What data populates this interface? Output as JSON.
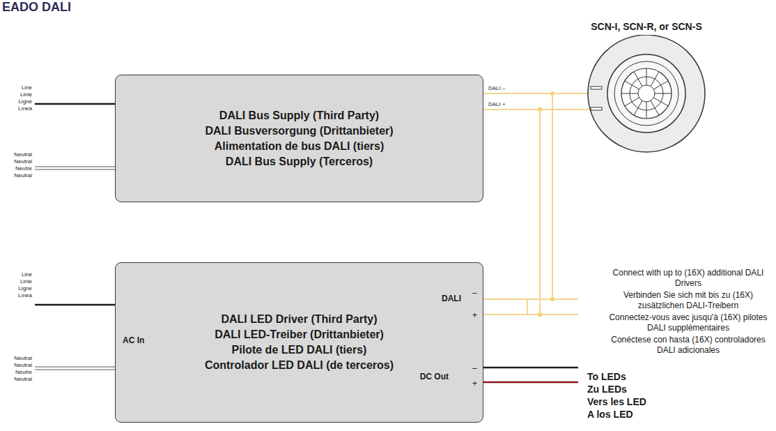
{
  "diagram": {
    "title": "EADO DALI",
    "nodes": [
      {
        "text": [
          "DALI Bus Supply (Third Party)",
          "DALI Busversorgung (Drittanbieter)",
          "Alimentation de bus DALI (tiers)",
          "DALI Bus Supply (Terceros)"
        ]
      },
      {
        "text": [
          "SCN-I, SCN-R, or SCN-S"
        ]
      },
      {
        "text": [
          "DALI LED Driver (Third Party)",
          "DALI LED-Treiber (Drittanbieter)",
          "Pilote de LED DALI (tiers)",
          "Controlador LED DALI (de terceros)",
          "AC In",
          "DALI",
          "–",
          "+",
          "DC Out",
          "–",
          "+"
        ]
      }
    ],
    "edges": [
      {
        "from": 0,
        "to": 1,
        "arrow": "none",
        "label": "DALI –"
      },
      {
        "from": 0,
        "to": 1,
        "arrow": "none",
        "label": "DALI +"
      },
      {
        "from": 0,
        "to": 2,
        "arrow": "none"
      },
      {
        "from": 0,
        "to": 2,
        "arrow": "none"
      }
    ],
    "labels": [
      "Line",
      "Linie",
      "Ligne",
      "Línea",
      "Neutral",
      "Neutral",
      "Neutre",
      "Neutral",
      "Line",
      "Linie",
      "Ligne",
      "Línea",
      "Neutral",
      "Neutral",
      "Neutre",
      "Neutral",
      "Connect with up to (16X) additional DALI Drivers",
      "Verbinden Sie sich mit bis zu (16X) zusätzlichen DALI-Treibern",
      "Connectez-vous avec jusqu'à (16X) pilotes DALI supplémentaires",
      "Conéctese con hasta (16X) controladores DALI adicionales",
      "To LEDs",
      "Zu LEDs",
      "Vers les LED",
      "A los LED"
    ]
  }
}
